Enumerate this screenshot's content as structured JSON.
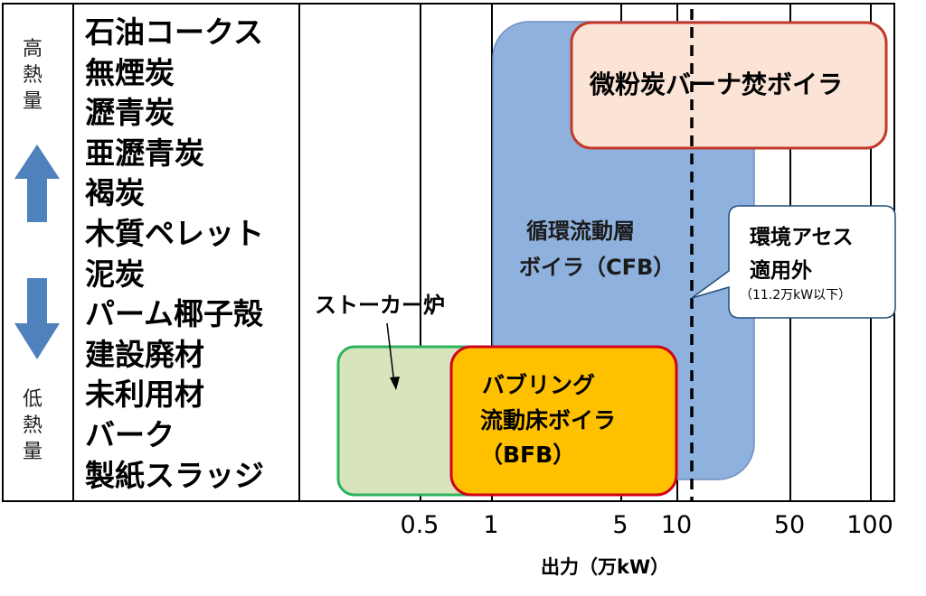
{
  "heat_scale": {
    "high_label": "高熱量",
    "low_label": "低熱量"
  },
  "fuels": [
    "石油コークス",
    "無煙炭",
    "瀝青炭",
    "亜瀝青炭",
    "褐炭",
    "木質ペレット",
    "泥炭",
    "パーム椰子殻",
    "建設廃材",
    "未利用材",
    "バーク",
    "製紙スラッジ"
  ],
  "boilers": {
    "pulverized": "微粉炭バーナ焚ボイラ",
    "cfb_line1": "循環流動層",
    "cfb_line2": "ボイラ（CFB）",
    "stoker": "ストーカー炉",
    "bfb_line1": "バブリング",
    "bfb_line2": "流動床ボイラ",
    "bfb_line3": "（BFB）"
  },
  "callout": {
    "line1": "環境アセス",
    "line2": "適用外",
    "line3": "（11.2万kW以下）"
  },
  "axis": {
    "ticks": [
      "0.5",
      "1",
      "5",
      "10",
      "50",
      "100"
    ],
    "xlabel": "出力（万kW）"
  },
  "colors": {
    "cfb_fill": "#8FB1DE",
    "pulverized_fill": "#FBE3D6",
    "pulverized_border": "#C0392B",
    "stoker_fill": "#D8E4BC",
    "stoker_border": "#2DB35C",
    "bfb_fill": "#FFC000",
    "bfb_border": "#D0021B",
    "arrow": "#4F81BD"
  }
}
